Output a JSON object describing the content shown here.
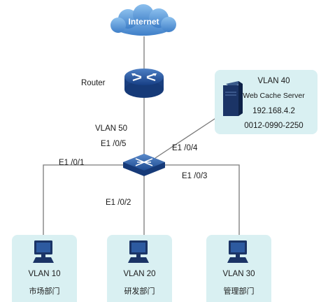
{
  "cloud": {
    "label": "Internet"
  },
  "router": {
    "label": "Router"
  },
  "uplink": {
    "vlan_label": "VLAN 50",
    "port_label": "E1 /0/5"
  },
  "server": {
    "port_label": "E1 /0/4",
    "vlan": "VLAN 40",
    "name": "Web Cache Server",
    "ip": "192.168.4.2",
    "mac": "0012-0990-2250"
  },
  "pcs": [
    {
      "port_label": "E1 /0/1",
      "vlan": "VLAN 10",
      "dept": "市场部门"
    },
    {
      "port_label": "E1 /0/2",
      "vlan": "VLAN 20",
      "dept": "研发部门"
    },
    {
      "port_label": "E1 /0/3",
      "vlan": "VLAN 30",
      "dept": "管理部门"
    }
  ],
  "colors": {
    "device_blue": "#1f4e96",
    "cloud_blue": "#5a9ad6",
    "panel_bg": "#d9f0f2",
    "wire": "#7a7a7a"
  }
}
